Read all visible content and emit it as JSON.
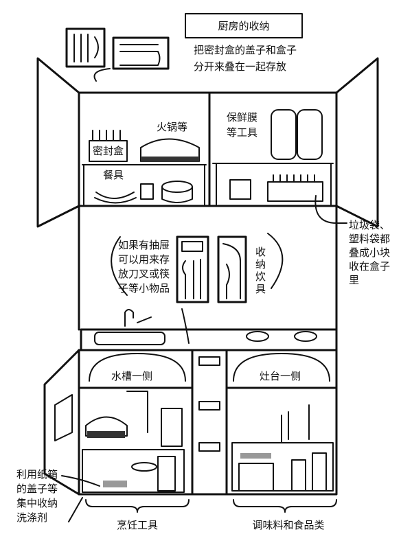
{
  "title": "厨房的收纳",
  "notes": {
    "lids": [
      "把密封盒的盖子和盒子",
      "分开来叠在一起存放"
    ],
    "hotpot": "火锅等",
    "wrap": [
      "保鲜膜",
      "等工具"
    ],
    "containers": "密封盒",
    "tableware": "餐具",
    "drawer": [
      "如果有抽屉",
      "可以用来存",
      "放刀叉或筷",
      "子等小物品"
    ],
    "utensils": [
      "收",
      "纳",
      "炊",
      "具"
    ],
    "bags": [
      "垃圾袋、",
      "塑料袋都",
      "叠成小块",
      "收在盒子",
      "里"
    ],
    "sink_side": "水槽一侧",
    "stove_side": "灶台一侧",
    "detergent": [
      "利用纸箱",
      "的盖子等",
      "集中收纳",
      "洗涤剂"
    ],
    "cookware": "烹饪工具",
    "seasonings": "调味料和食品类"
  }
}
